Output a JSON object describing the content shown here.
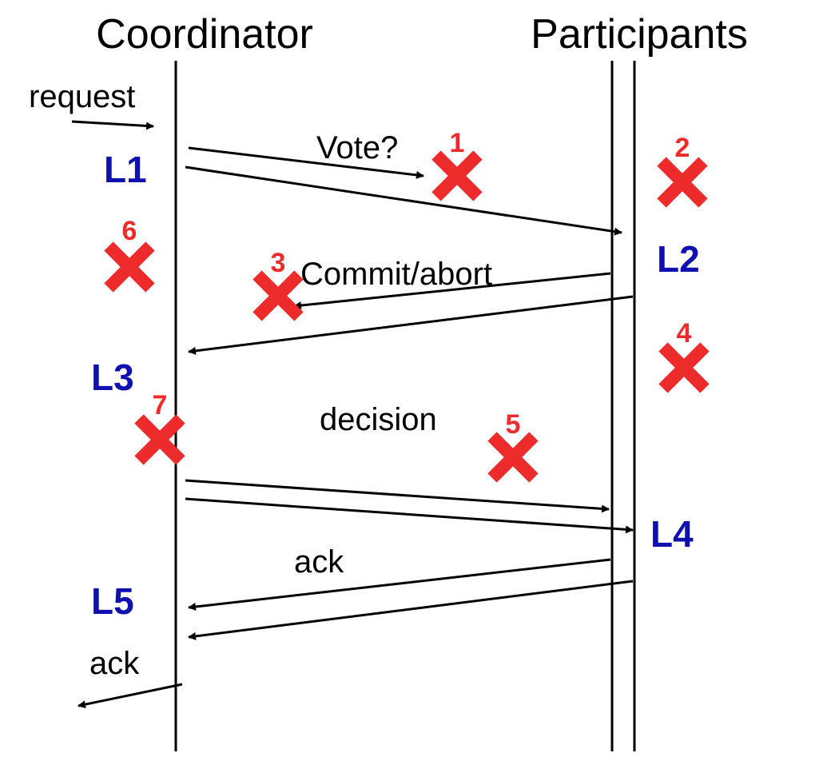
{
  "headers": {
    "coordinator": "Coordinator",
    "participants": "Participants"
  },
  "messages": {
    "request": "request",
    "vote": "Vote?",
    "commit_abort": "Commit/abort",
    "decision": "decision",
    "ack_participants": "ack",
    "ack_client": "ack"
  },
  "logs": {
    "l1": "L1",
    "l2": "L2",
    "l3": "L3",
    "l4": "L4",
    "l5": "L5"
  },
  "failures": {
    "f1": "1",
    "f2": "2",
    "f3": "3",
    "f4": "4",
    "f5": "5",
    "f6": "6",
    "f7": "7"
  },
  "colors": {
    "log_label": "#1010b0",
    "failure_mark": "#ee2b2b",
    "failure_number": "#ee2b2b",
    "line": "#000000"
  }
}
